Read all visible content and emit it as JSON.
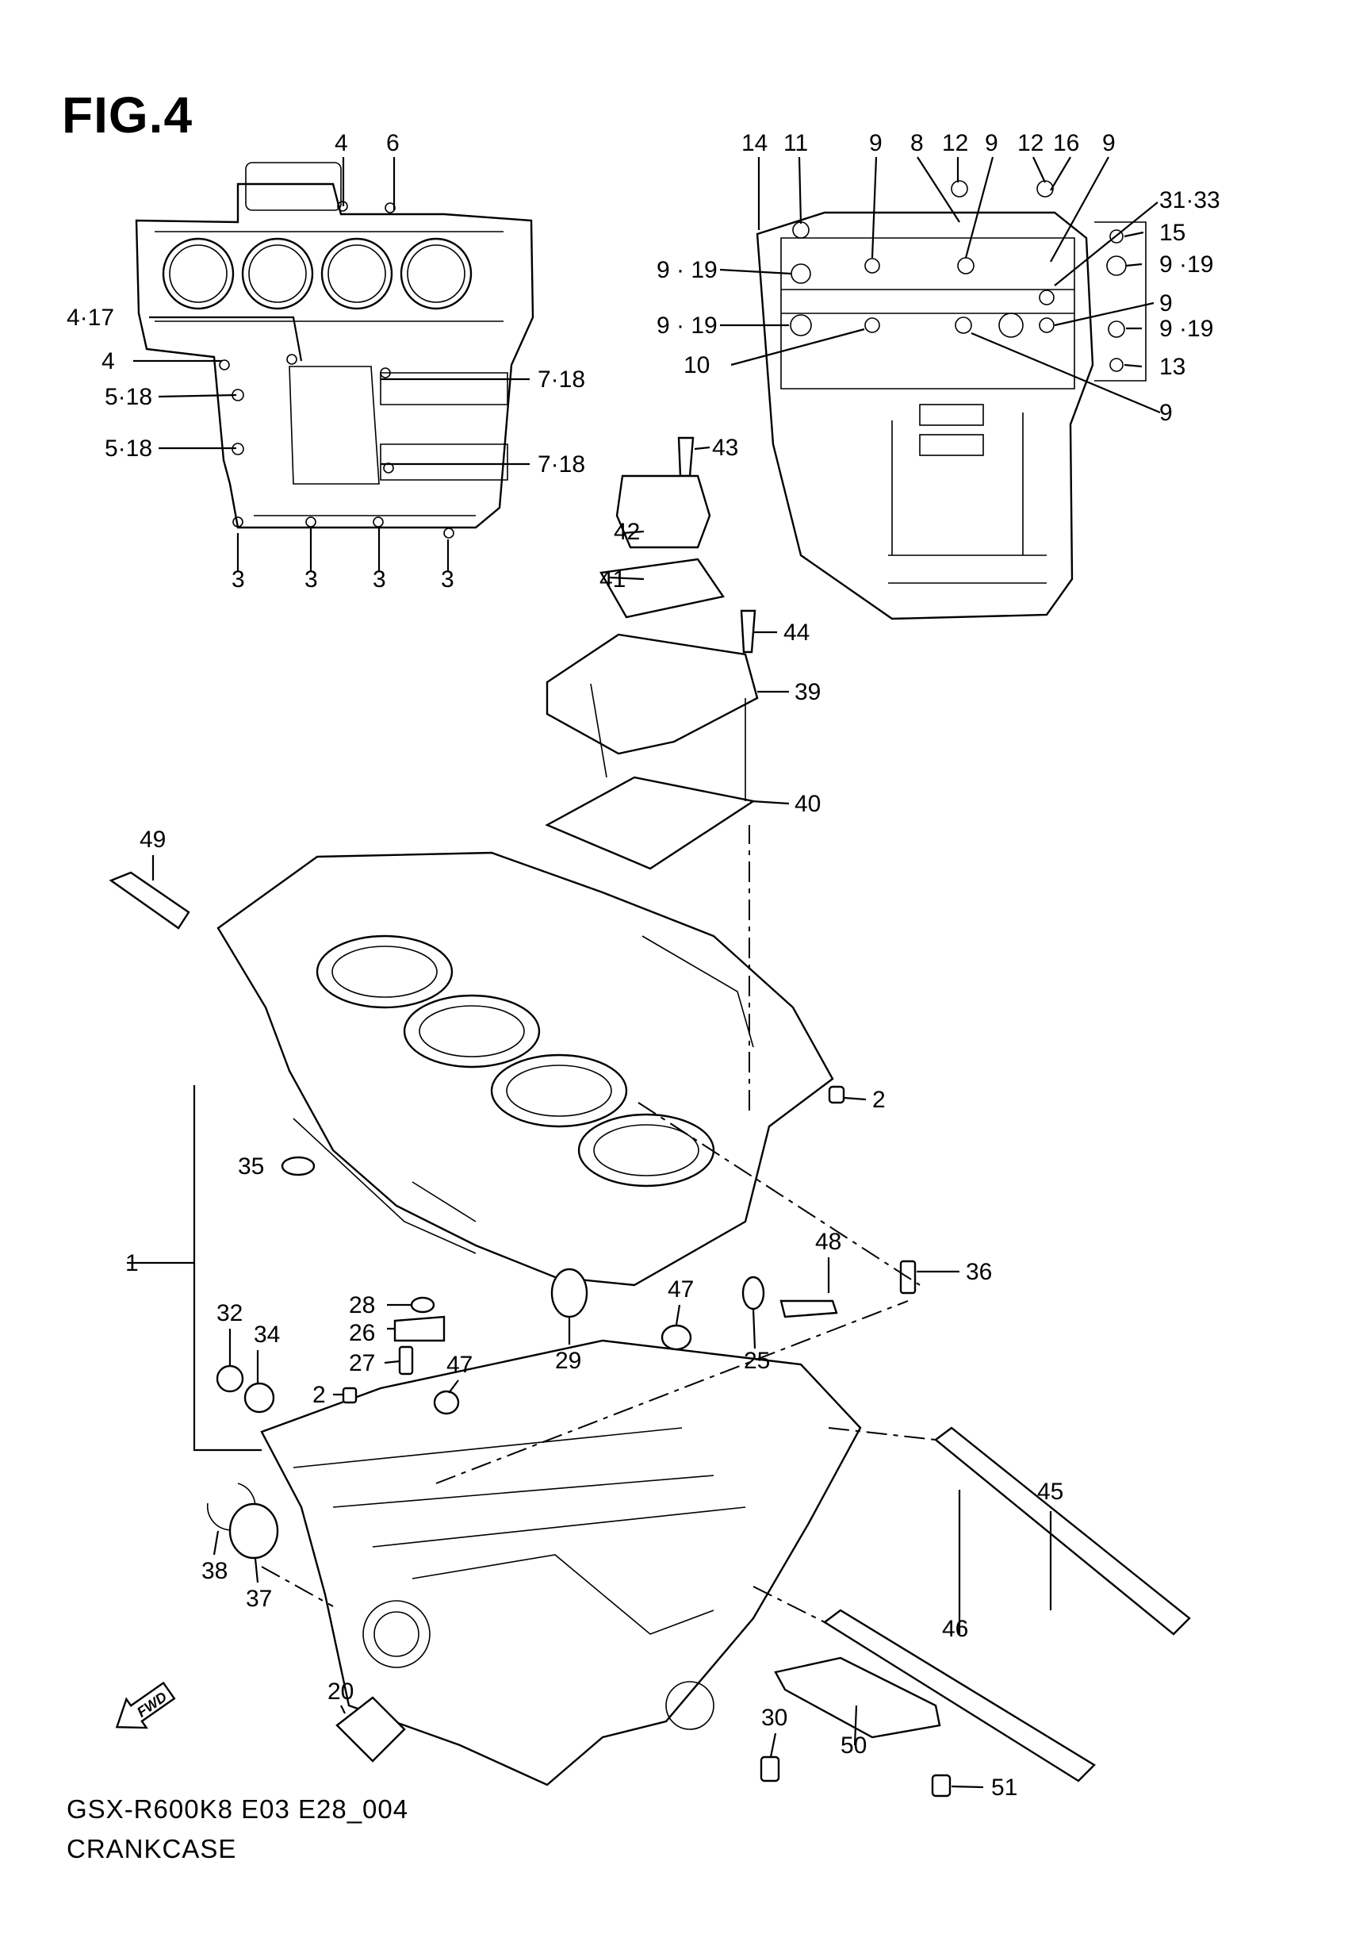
{
  "figure": {
    "title": "FIG.4"
  },
  "footer": {
    "code": "GSX-R600K8 E03 E28_004",
    "name": "CRANKCASE"
  },
  "fwd_badge": "FWD",
  "callouts": {
    "c_4_top": "4",
    "c_6": "6",
    "c_4_17": "4·17",
    "c_4_left": "4",
    "c_5_18_a": "5·18",
    "c_5_18_b": "5·18",
    "c_7_18_a": "7·18",
    "c_7_18_b": "7·18",
    "c_3_a": "3",
    "c_3_b": "3",
    "c_3_c": "3",
    "c_3_d": "3",
    "c_14": "14",
    "c_11": "11",
    "c_9_t1": "9",
    "c_8": "8",
    "c_12_a": "12",
    "c_9_t2": "9",
    "c_12_b": "12",
    "c_16": "16",
    "c_9_t3": "9",
    "c_31_33": "31·33",
    "c_15": "15",
    "c_9_19_r1": "9 ·19",
    "c_9_r": "9",
    "c_9_19_r2": "9 ·19",
    "c_13": "13",
    "c_9_b": "9",
    "c_9_19_l1": "9 · 19",
    "c_9_19_l2": "9 · 19",
    "c_10": "10",
    "c_43": "43",
    "c_42": "42",
    "c_41": "41",
    "c_44": "44",
    "c_39": "39",
    "c_40": "40",
    "c_49": "49",
    "c_2_r": "2",
    "c_35": "35",
    "c_1": "1",
    "c_48": "48",
    "c_36": "36",
    "c_28": "28",
    "c_26": "26",
    "c_47_a": "47",
    "c_25": "25",
    "c_32": "32",
    "c_34": "34",
    "c_27": "27",
    "c_47_b": "47",
    "c_29": "29",
    "c_2_l": "2",
    "c_45": "45",
    "c_38": "38",
    "c_37": "37",
    "c_46": "46",
    "c_20": "20",
    "c_30": "30",
    "c_50": "50",
    "c_51": "51"
  }
}
